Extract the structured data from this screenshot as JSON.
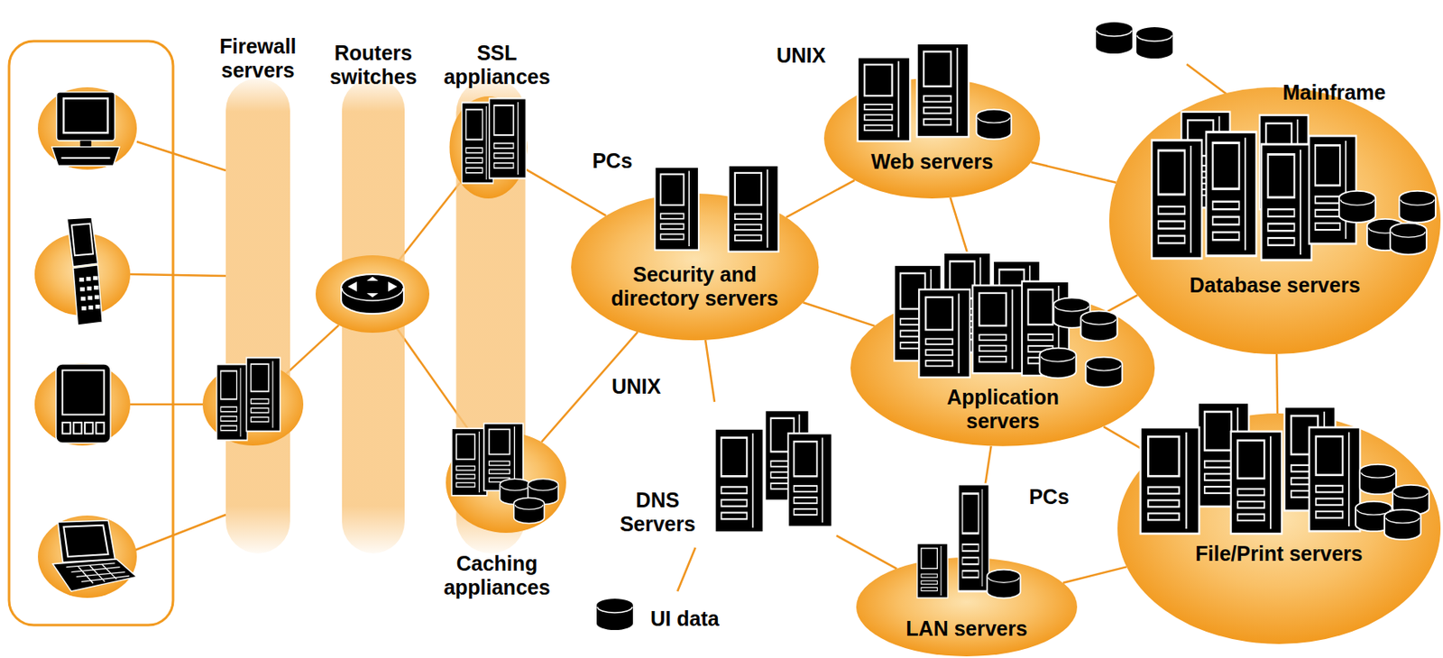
{
  "diagram": {
    "nodes": [
      {
        "text": [
          "Firewall servers"
        ]
      },
      {
        "text": [
          "Routers switches"
        ]
      },
      {
        "text": [
          "SSL appliances"
        ]
      },
      {
        "text": [
          "Caching appliances"
        ],
        "in": 2
      },
      {
        "text": [
          "Security and directory servers"
        ]
      },
      {
        "text": [
          "DNS Servers"
        ]
      },
      {
        "text": [
          "UI data"
        ]
      },
      {
        "text": [
          "Web servers"
        ]
      },
      {
        "text": [
          "Application servers"
        ]
      },
      {
        "text": [
          "LAN servers"
        ]
      },
      {
        "text": [
          "Database servers"
        ]
      },
      {
        "text": [
          "File/Print servers"
        ]
      }
    ],
    "edges": [
      {
        "from": 0,
        "to": 1,
        "arrow": "none"
      },
      {
        "from": 1,
        "to": 2,
        "arrow": "none"
      },
      {
        "from": 1,
        "to": 3,
        "arrow": "none"
      },
      {
        "from": 2,
        "to": 4,
        "arrow": "none"
      },
      {
        "from": 3,
        "to": 4,
        "arrow": "none"
      },
      {
        "from": 4,
        "to": 7,
        "arrow": "none"
      },
      {
        "from": 4,
        "to": 8,
        "arrow": "none"
      },
      {
        "from": 4,
        "to": 5,
        "arrow": "none"
      },
      {
        "from": 5,
        "to": 6,
        "arrow": "none"
      },
      {
        "from": 5,
        "to": 9,
        "arrow": "none"
      },
      {
        "from": 7,
        "to": 8,
        "arrow": "none"
      },
      {
        "from": 7,
        "to": 10,
        "arrow": "none"
      },
      {
        "from": 10,
        "to": 8,
        "arrow": "none"
      },
      {
        "from": 8,
        "to": 11,
        "arrow": "none"
      },
      {
        "from": 8,
        "to": 9,
        "arrow": "none"
      },
      {
        "from": 10,
        "to": 11,
        "arrow": "none"
      },
      {
        "from": 9,
        "to": 11,
        "arrow": "none"
      }
    ],
    "labels": [
      "UNIX",
      "Mainframe",
      "PCs",
      "UNIX",
      "PCs"
    ]
  }
}
